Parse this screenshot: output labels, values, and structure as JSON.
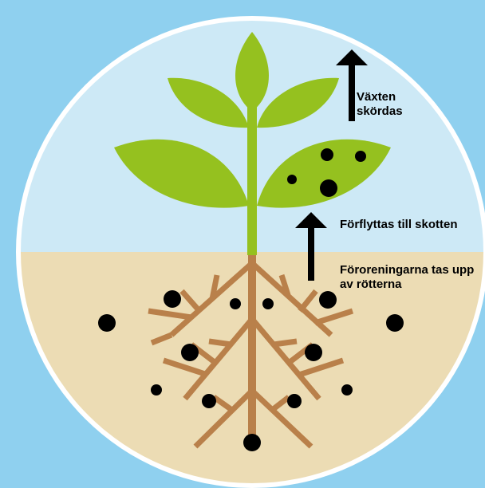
{
  "labels": {
    "harvested": "Växten skördas",
    "moved_to_shoots": "Förflyttas till skotten",
    "absorbed_by_roots": "Föroreningarna tas upp av rötterna"
  },
  "colors": {
    "background": "#8fd0ef",
    "sky": "#cde9f6",
    "soil": "#ecdcb4",
    "circle_border": "#ffffff",
    "leaf": "#95c11f",
    "stem": "#95c11f",
    "root": "#b9804a",
    "pollutant": "#000000",
    "arrow": "#000000"
  },
  "icons": [
    "harvest-arrow-icon",
    "transfer-arrow-icon",
    "leaf-icon",
    "root-icon",
    "pollutant-particle-icon"
  ]
}
